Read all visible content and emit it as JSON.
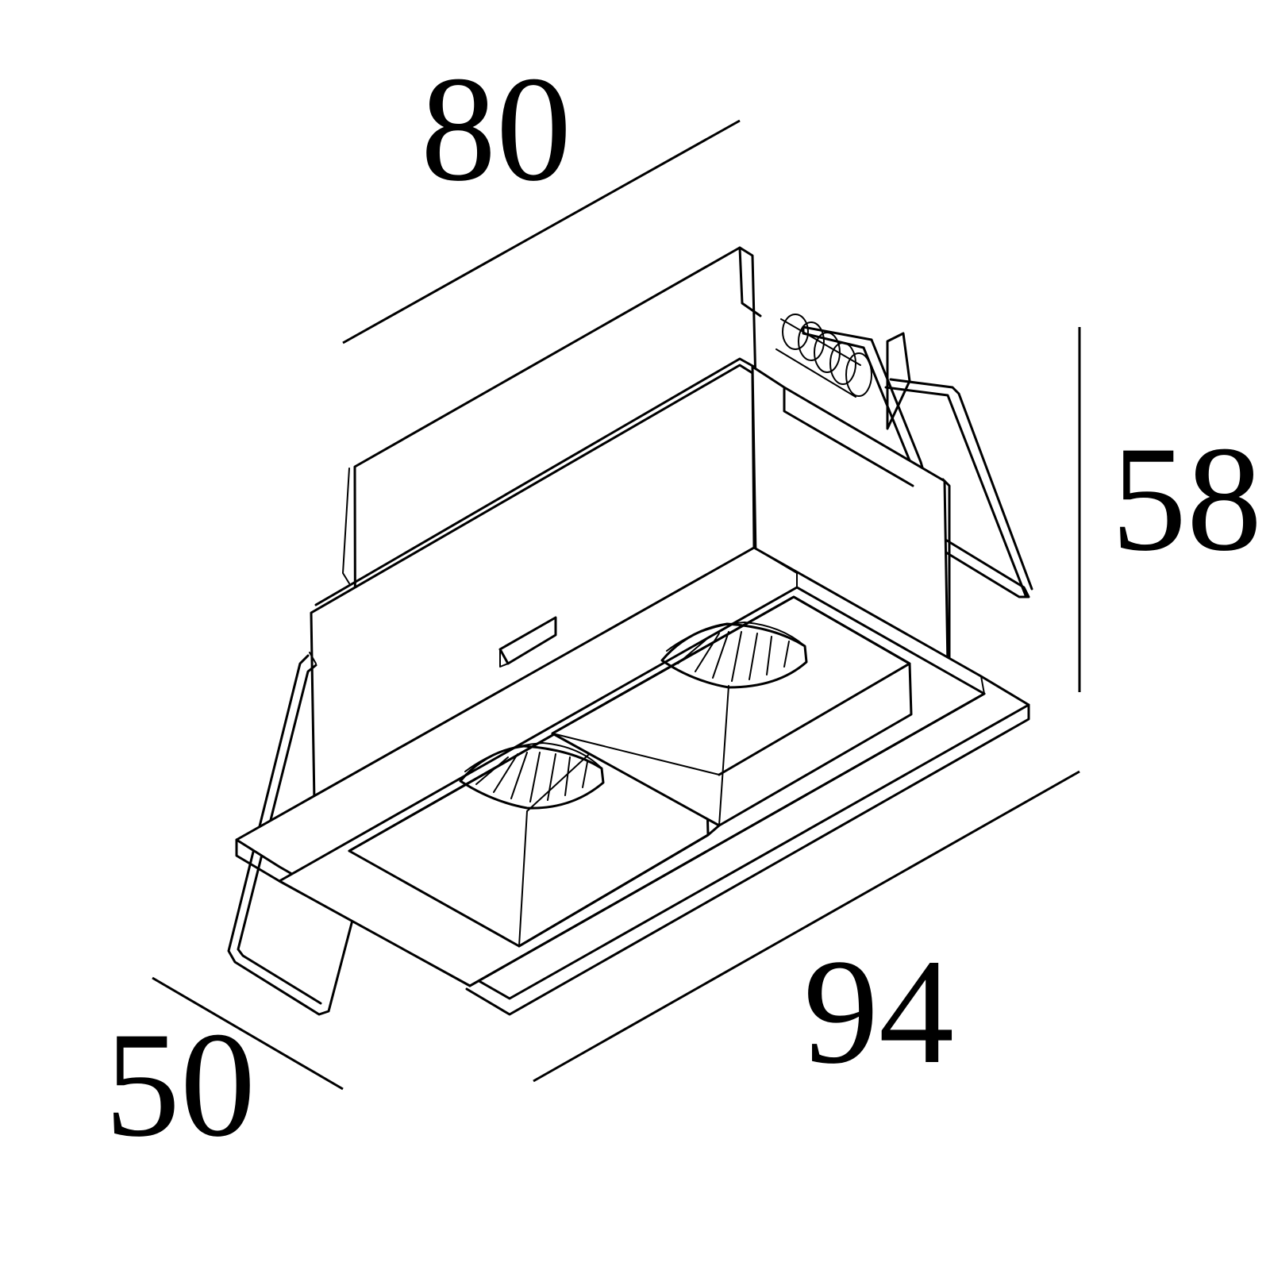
{
  "dimensions": {
    "length": "80",
    "height": "58",
    "depth": "50",
    "overall_length": "94"
  },
  "colors": {
    "stroke": "#000000",
    "background": "#ffffff"
  }
}
